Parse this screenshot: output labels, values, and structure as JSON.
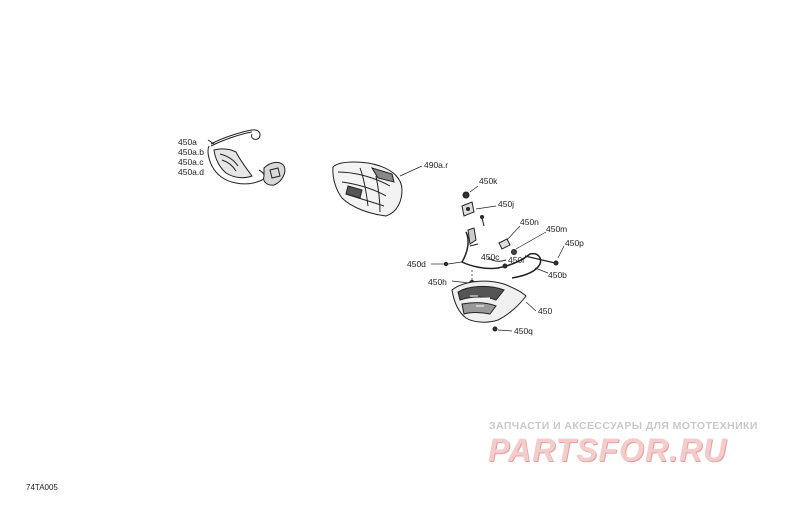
{
  "labels": {
    "handguard_left_group": [
      "450a",
      "450a.b",
      "450a.c",
      "450a.d"
    ],
    "bag": "490a.r",
    "l450k": "450k",
    "l450j": "450j",
    "l450n": "450n",
    "l450m": "450m",
    "l450p": "450p",
    "l450d": "450d",
    "l450c": "450c",
    "l450r": "450r",
    "l450b": "450b",
    "l450h": "450h",
    "l450": "450",
    "l450q": "450q"
  },
  "reference_code": "74TA005",
  "watermark": {
    "tagline": "ЗАПЧАСТИ И АКСЕССУАРЫ ДЛЯ МОТОТЕХНИКИ",
    "logo": "PARTSFOR.RU"
  },
  "colors": {
    "line": "#222222",
    "watermark_text": "#c9c9c9",
    "watermark_logo": "#f4cccc"
  }
}
